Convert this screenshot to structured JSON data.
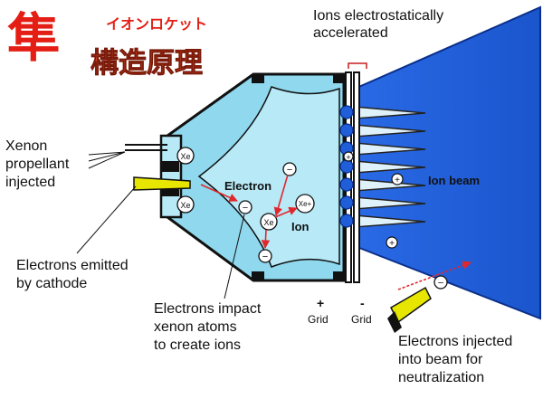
{
  "header": {
    "kanji": "隼",
    "subtitle": "イオンロケット",
    "title": "構造原理",
    "colors": {
      "kanji": "#e41e14",
      "subtitle": "#e41e14",
      "title_fill": "#c8401c"
    }
  },
  "labels": {
    "ions_accel_1": "Ions electrostatically",
    "ions_accel_2": "accelerated",
    "xenon_1": "Xenon",
    "xenon_2": "propellant",
    "xenon_3": "injected",
    "cathode_1": "Electrons emitted",
    "cathode_2": "by cathode",
    "impact_1": "Electrons impact",
    "impact_2": "xenon atoms",
    "impact_3": "to create ions",
    "neutral_1": "Electrons injected",
    "neutral_2": "into beam for",
    "neutral_3": "neutralization",
    "plus_sign": "+",
    "minus_sign": "-",
    "grid_plus": "Grid",
    "grid_minus": "Grid",
    "electron": "Electron",
    "ion": "Ion",
    "ion_beam": "Ion beam"
  },
  "particles": {
    "xe": "Xe",
    "xe_plus": "Xe+",
    "minus": "−",
    "plus": "+"
  },
  "colors": {
    "chamber": "#8fd8ee",
    "beam": "#1f5ed8",
    "beam_edge": "#0b2f8a",
    "grid_knob": "#1f5ed8",
    "cathode": "#e6e600",
    "arrow": "#e0282c",
    "metal": "#111111"
  }
}
